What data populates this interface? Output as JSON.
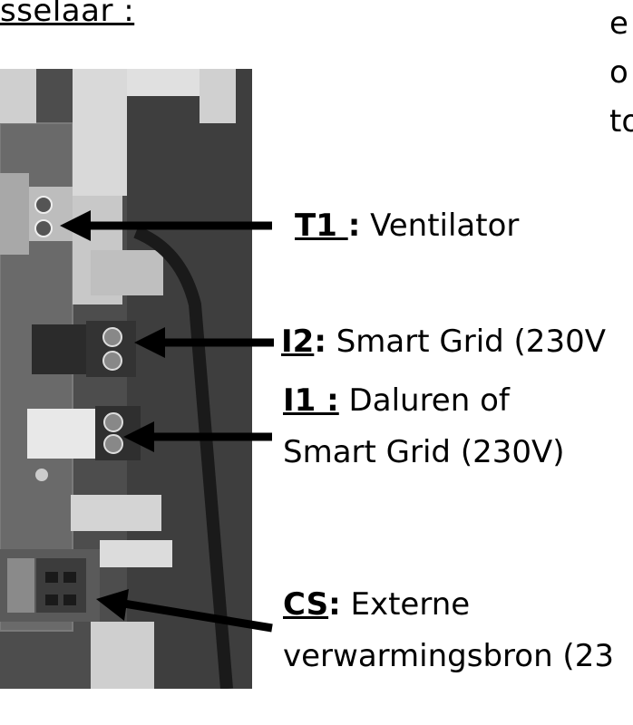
{
  "heading": "sselaar :",
  "right_fragments": [
    "e",
    "o",
    "to"
  ],
  "labels": {
    "t1": {
      "code": "T1 ",
      "colon": ":",
      "text": " Ventilator"
    },
    "i2": {
      "code": "I2",
      "colon": ":",
      "text": " Smart Grid (230V"
    },
    "i1": {
      "code": "I1 :",
      "colon": "",
      "text": " Daluren of",
      "line2": "Smart Grid (230V)"
    },
    "cs": {
      "code": "CS",
      "colon": ":",
      "text": " Externe",
      "line2": "verwarmingsbron (23"
    }
  },
  "colors": {
    "arrow": "#000000",
    "photo_dark": "#2e2e2e",
    "connector_green": "#2b2b2b",
    "connector_white": "#e8e8e8"
  }
}
